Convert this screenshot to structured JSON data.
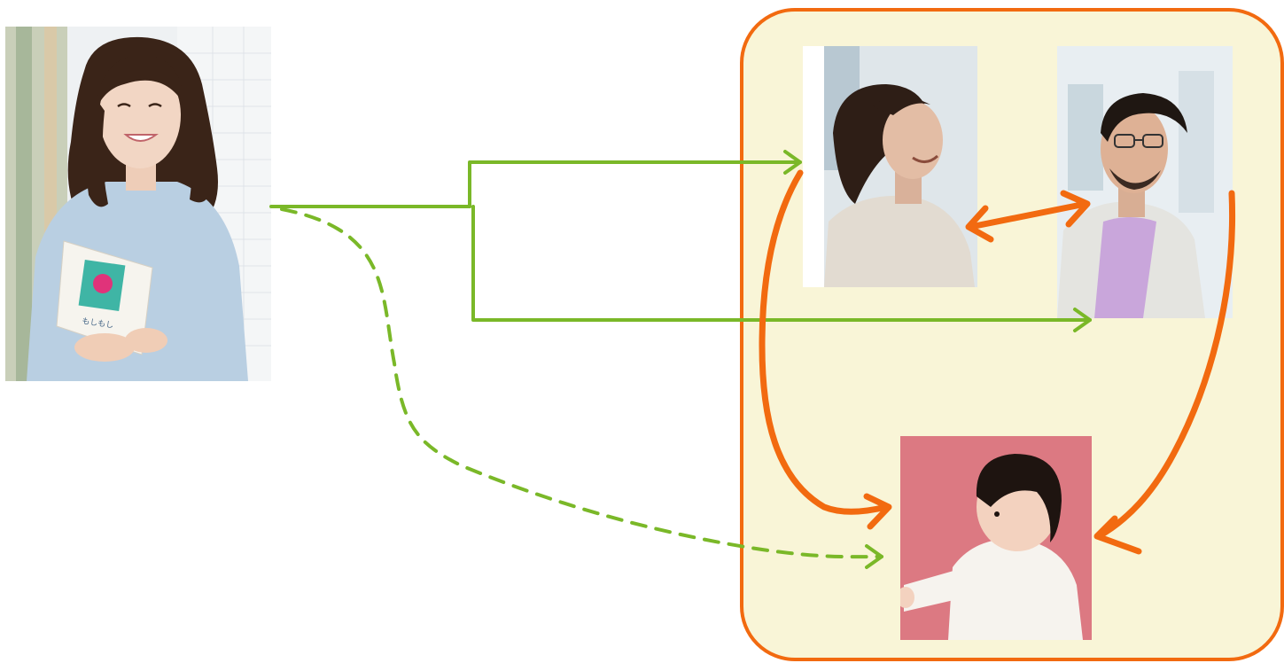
{
  "colors": {
    "green_link": "#7ab828",
    "orange_link": "#f26a10",
    "family_box_fill": "#f9f5d7",
    "family_box_stroke": "#f26a10"
  },
  "nodes": {
    "presenter": {
      "name": "presenter-photo",
      "book_text": "もしもし"
    },
    "mother": {
      "name": "mother-photo"
    },
    "father": {
      "name": "father-photo"
    },
    "baby": {
      "name": "baby-photo"
    }
  },
  "links": [
    {
      "from": "presenter",
      "to": "mother",
      "style": "solid",
      "color": "green"
    },
    {
      "from": "presenter",
      "to": "father",
      "style": "solid",
      "color": "green"
    },
    {
      "from": "presenter",
      "to": "baby",
      "style": "dashed",
      "color": "green"
    },
    {
      "from": "mother",
      "to": "father",
      "style": "bidirectional",
      "color": "orange"
    },
    {
      "from": "mother",
      "to": "baby",
      "style": "solid",
      "color": "orange"
    },
    {
      "from": "father",
      "to": "baby",
      "style": "solid",
      "color": "orange"
    }
  ]
}
